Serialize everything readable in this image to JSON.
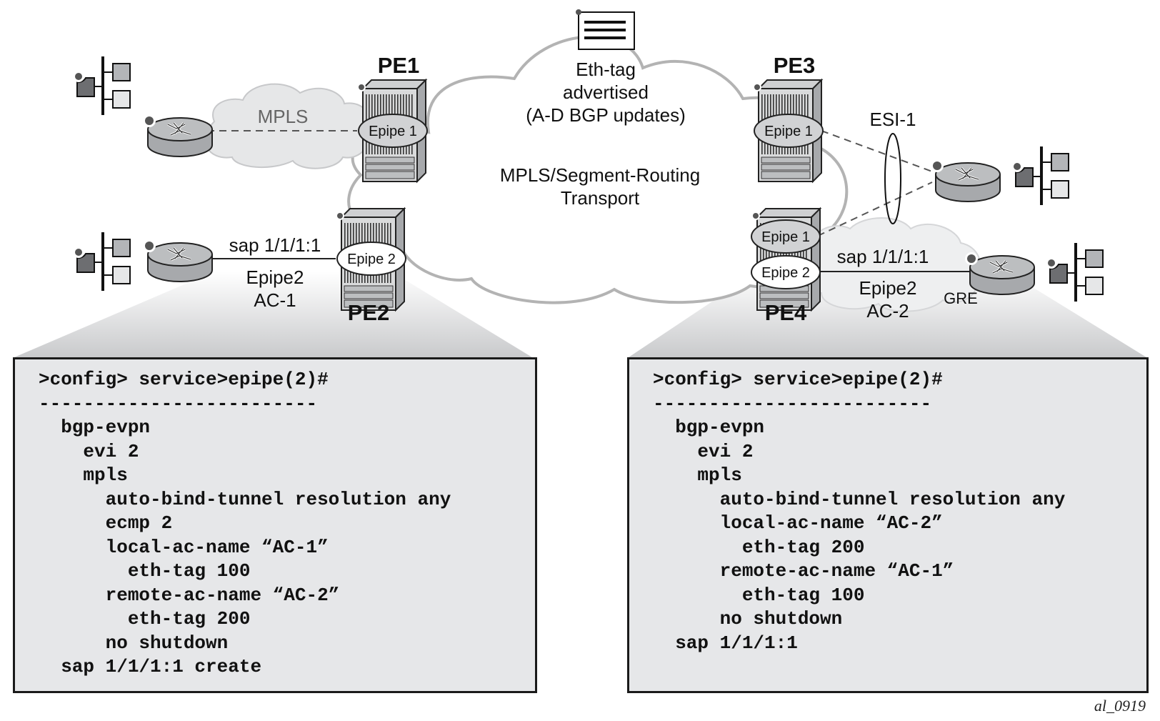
{
  "diagram": {
    "figure_id": "al_0919",
    "core_cloud": {
      "label_line1": "MPLS/Segment-Routing",
      "label_line2": "Transport"
    },
    "advertisement": {
      "icon": "document-icon",
      "line1": "Eth-tag",
      "line2": "advertised",
      "line3": "(A-D BGP updates)"
    },
    "access_cloud_left": {
      "label": "MPLS"
    },
    "access_cloud_right": {
      "label": "GRE"
    },
    "nodes": {
      "pe1": {
        "label": "PE1",
        "service": "Epipe 1"
      },
      "pe2": {
        "label": "PE2",
        "service": "Epipe 2"
      },
      "pe3": {
        "label": "PE3",
        "service": "Epipe 1"
      },
      "pe4": {
        "label": "PE4",
        "services": [
          "Epipe 1",
          "Epipe 2"
        ]
      }
    },
    "esi": {
      "label": "ESI-1"
    },
    "links": {
      "left": {
        "sap": "sap 1/1/1:1",
        "service": "Epipe2",
        "ac": "AC-1"
      },
      "right": {
        "sap": "sap 1/1/1:1",
        "service": "Epipe2",
        "ac": "AC-2"
      }
    },
    "config_left": {
      "lines": [
        ">config> service>epipe(2)#",
        "-------------------------",
        "  bgp-evpn",
        "    evi 2",
        "    mpls",
        "      auto-bind-tunnel resolution any",
        "      ecmp 2",
        "      local-ac-name “AC-1”",
        "        eth-tag 100",
        "      remote-ac-name “AC-2”",
        "        eth-tag 200",
        "      no shutdown",
        "  sap 1/1/1:1 create"
      ]
    },
    "config_right": {
      "lines": [
        ">config> service>epipe(2)#",
        "-------------------------",
        "  bgp-evpn",
        "    evi 2",
        "    mpls",
        "      auto-bind-tunnel resolution any",
        "      local-ac-name “AC-2”",
        "        eth-tag 200",
        "      remote-ac-name “AC-1”",
        "        eth-tag 100",
        "      no shutdown",
        "  sap 1/1/1:1"
      ]
    },
    "colors": {
      "cloud_stroke": "#b3b3b3",
      "access_cloud_fill": "#e6e7e8",
      "device_gray": "#a7a9ac",
      "code_bg": "#e6e7e9",
      "text": "#111111"
    }
  }
}
